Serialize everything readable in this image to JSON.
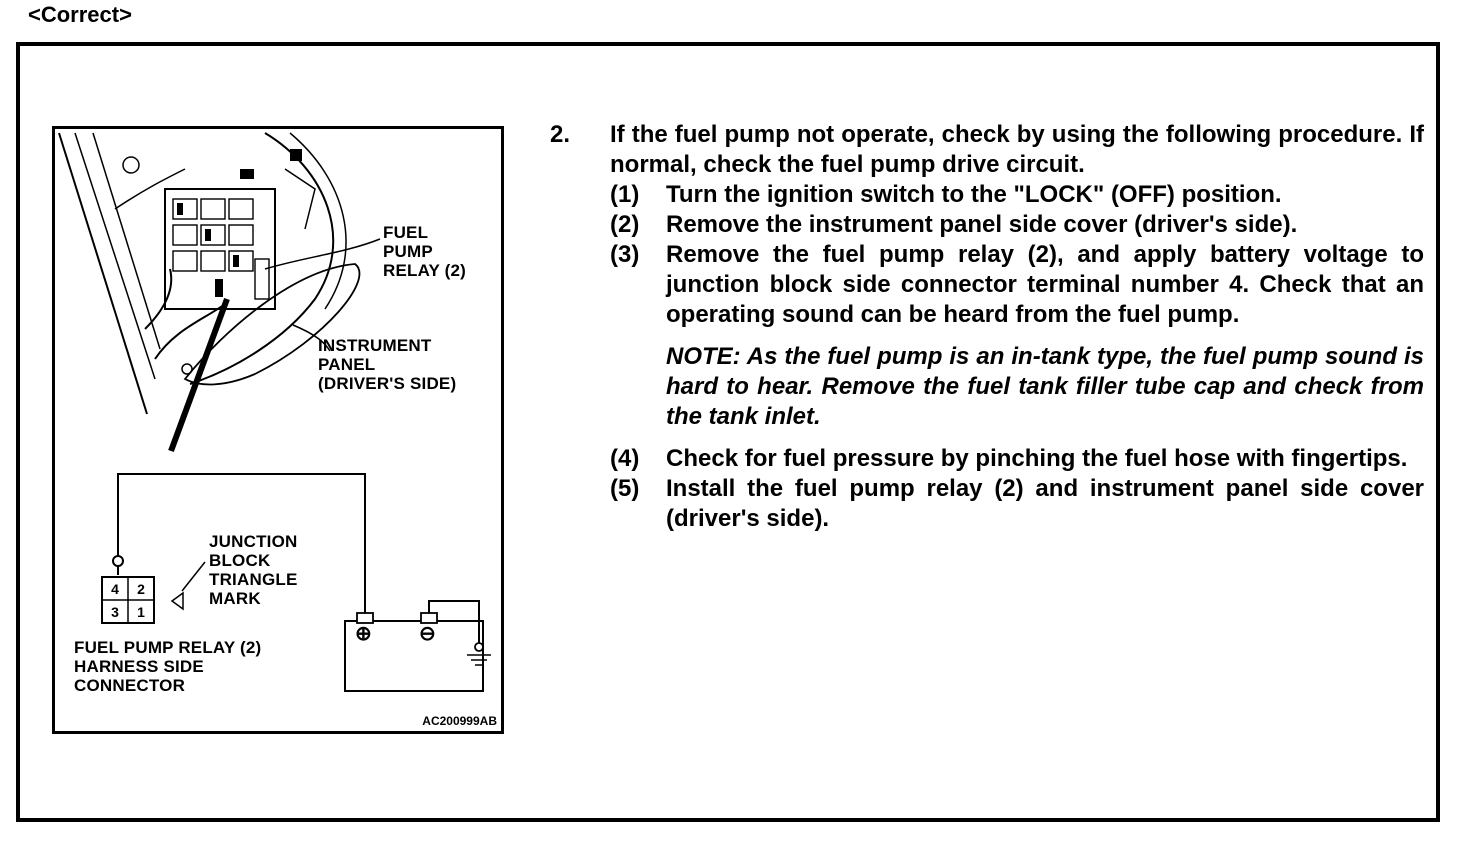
{
  "header": {
    "title": "<Correct>"
  },
  "figure": {
    "labels": {
      "fuel_pump_relay": [
        "FUEL",
        "PUMP",
        "RELAY (2)"
      ],
      "instrument_panel": [
        "INSTRUMENT",
        "PANEL",
        "(DRIVER'S SIDE)"
      ],
      "junction_block": [
        "JUNCTION",
        "BLOCK",
        "TRIANGLE",
        "MARK"
      ],
      "harness_connector": [
        "FUEL PUMP RELAY (2)",
        "HARNESS SIDE",
        "CONNECTOR"
      ]
    },
    "terminals": [
      "4",
      "2",
      "3",
      "1"
    ],
    "battery_plus": "⊕",
    "battery_minus": "⊖",
    "code": "AC200999AB"
  },
  "procedure": {
    "step_number": "2.",
    "step_text": "If the fuel pump not operate, check by using the following procedure. If normal, check the fuel pump drive circuit.",
    "substeps": [
      {
        "num": "(1)",
        "text": "Turn the ignition switch to the \"LOCK\" (OFF) position."
      },
      {
        "num": "(2)",
        "text": "Remove the instrument panel side cover (driver's side)."
      },
      {
        "num": "(3)",
        "text": "Remove the fuel pump relay (2), and apply battery voltage to junction block side connector terminal number 4. Check that an operating sound can be heard from the fuel pump."
      },
      {
        "num": "(4)",
        "text": "Check for fuel pressure by pinching the fuel hose with fingertips."
      },
      {
        "num": "(5)",
        "text": "Install the fuel pump relay (2) and instrument panel side cover (driver's side)."
      }
    ],
    "note": "NOTE: As the fuel pump is an in-tank type, the fuel pump sound is hard to hear. Remove the fuel tank filler tube cap and check from the tank inlet."
  }
}
